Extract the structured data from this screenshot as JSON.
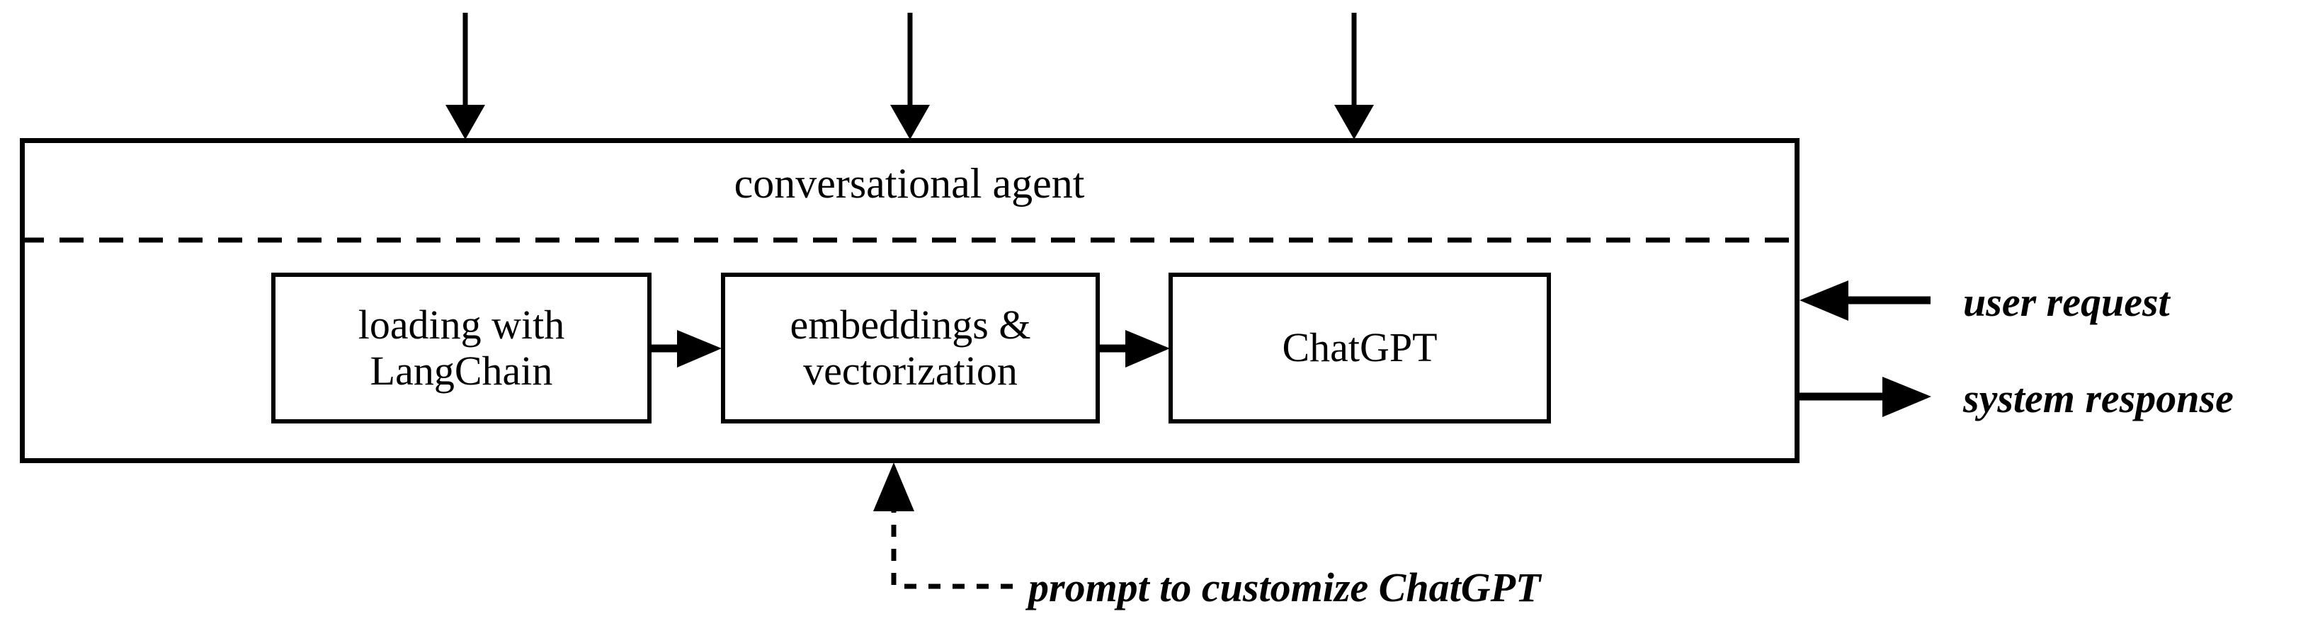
{
  "diagram": {
    "title": "conversational agent",
    "container": {
      "label": "conversational agent",
      "divider_style": "dashed"
    },
    "pipeline": {
      "boxes": [
        {
          "id": "loading",
          "line1": "loading with",
          "line2": "LangChain"
        },
        {
          "id": "embeddings",
          "line1": "embeddings &",
          "line2": "vectorization"
        },
        {
          "id": "chatgpt",
          "line1": "ChatGPT",
          "line2": ""
        }
      ],
      "connectors": [
        {
          "from": "loading",
          "to": "embeddings",
          "style": "solid-arrow"
        },
        {
          "from": "embeddings",
          "to": "chatgpt",
          "style": "solid-arrow"
        }
      ]
    },
    "inputs_top": [
      {
        "id": "top-input-1",
        "direction": "down"
      },
      {
        "id": "top-input-2",
        "direction": "down"
      },
      {
        "id": "top-input-3",
        "direction": "down"
      }
    ],
    "io": [
      {
        "id": "user-request",
        "label": "user request",
        "direction": "in",
        "style": "italic-bold"
      },
      {
        "id": "system-response",
        "label": "system response",
        "direction": "out",
        "style": "italic-bold"
      }
    ],
    "annotations": [
      {
        "id": "prompt",
        "label": "prompt to customize ChatGPT",
        "style": "italic-bold",
        "connector": "dotted-arrow"
      }
    ],
    "colors": {
      "stroke": "#000000",
      "background": "#ffffff",
      "text": "#000000"
    }
  }
}
